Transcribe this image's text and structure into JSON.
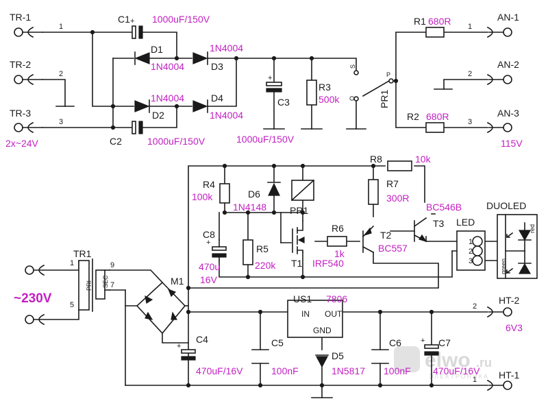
{
  "terminals": {
    "tr1": "TR-1",
    "tr2": "TR-2",
    "tr3": "TR-3",
    "tr_note": "2x~24V",
    "an1": "AN-1",
    "an2": "AN-2",
    "an3": "AN-3",
    "an_note": "115V",
    "ht2": "HT-2",
    "ht2_note": "6V3",
    "ht1": "HT-1",
    "mains": "~230V"
  },
  "pins": {
    "p1": "1",
    "p2": "2",
    "p3": "3",
    "p5": "5",
    "p7": "7",
    "p9": "9",
    "p2b": "2",
    "p1b": "1"
  },
  "components": {
    "c1": {
      "ref": "C1",
      "value": "1000uF/150V"
    },
    "c2": {
      "ref": "C2",
      "value": "1000uF/150V"
    },
    "c3": {
      "ref": "C3",
      "value": "1000uF/150V"
    },
    "d1": {
      "ref": "D1",
      "value": "1N4004"
    },
    "d2": {
      "ref": "D2",
      "value": "1N4004"
    },
    "d3": {
      "ref": "D3",
      "value": "1N4004"
    },
    "d4": {
      "ref": "D4",
      "value": "1N4004"
    },
    "r3": {
      "ref": "R3",
      "value": "500k"
    },
    "pr1_sw": {
      "ref": "PR1",
      "s": "S",
      "o": "O",
      "p": "P"
    },
    "r1": {
      "ref": "R1",
      "value": "680R"
    },
    "r2": {
      "ref": "R2",
      "value": "680R"
    },
    "r4": {
      "ref": "R4",
      "value": "100k"
    },
    "d6": {
      "ref": "D6",
      "value": "1N4148"
    },
    "pr1_coil": {
      "ref": "PR1"
    },
    "r8": {
      "ref": "R8",
      "value": "10k"
    },
    "r7": {
      "ref": "R7",
      "value": "300R"
    },
    "t3": {
      "ref": "T3",
      "value": "BC546B"
    },
    "duoled": {
      "ref": "DUOLED",
      "red": "red",
      "green": "green"
    },
    "led": {
      "ref": "LED",
      "p1": "1",
      "p2": "2",
      "p3": "3"
    },
    "c8": {
      "ref": "C8",
      "value1": "470u",
      "value2": "16V"
    },
    "r5": {
      "ref": "R5",
      "value": "220k"
    },
    "t1": {
      "ref": "T1",
      "value": "IRF540"
    },
    "r6": {
      "ref": "R6",
      "value": "1k"
    },
    "t2": {
      "ref": "T2",
      "value": "BC557"
    },
    "tr1": {
      "ref": "TR1",
      "pri": "PRI",
      "sec": "SEC"
    },
    "m1": {
      "ref": "M1"
    },
    "c4": {
      "ref": "C4",
      "value": "470uF/16V"
    },
    "c5": {
      "ref": "C5",
      "value": "100nF"
    },
    "us1": {
      "ref": "US1",
      "part": "7806",
      "in": "IN",
      "out": "OUT",
      "gnd": "GND"
    },
    "d5": {
      "ref": "D5",
      "value": "1N5817"
    },
    "c6": {
      "ref": "C6",
      "value": "100nF"
    },
    "c7": {
      "ref": "C7",
      "value": "470uF/16V"
    }
  },
  "watermark": {
    "brand": "elwo",
    "suffix": ".ru",
    "tagline": "ЭЛЕКТРОНИКА"
  },
  "colors": {
    "label": "#1a1a1a",
    "value": "#c21fc2",
    "watermark": "#d9d9d9"
  }
}
